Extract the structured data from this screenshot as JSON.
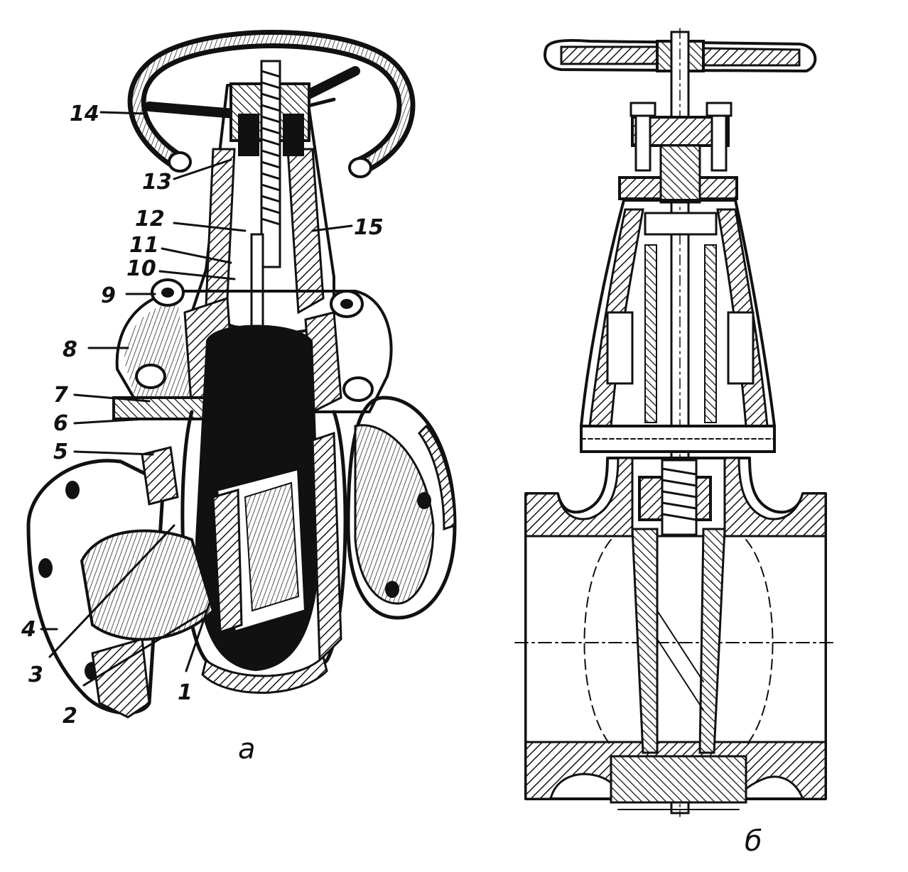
{
  "callouts": [
    {
      "id": "1",
      "label": "1"
    },
    {
      "id": "2",
      "label": "2"
    },
    {
      "id": "3",
      "label": "3"
    },
    {
      "id": "4",
      "label": "4"
    },
    {
      "id": "5",
      "label": "5"
    },
    {
      "id": "6",
      "label": "6"
    },
    {
      "id": "7",
      "label": "7"
    },
    {
      "id": "8",
      "label": "8"
    },
    {
      "id": "9",
      "label": "9"
    },
    {
      "id": "10",
      "label": "10"
    },
    {
      "id": "11",
      "label": "11"
    },
    {
      "id": "12",
      "label": "12"
    },
    {
      "id": "13",
      "label": "13"
    },
    {
      "id": "14",
      "label": "14"
    },
    {
      "id": "15",
      "label": "15"
    }
  ],
  "captions": {
    "left": "а",
    "right": "б"
  },
  "colors": {
    "ink": "#111111",
    "paper": "#ffffff"
  }
}
